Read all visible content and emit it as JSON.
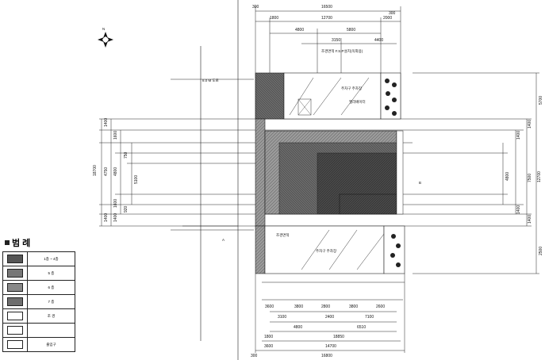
{
  "north": {
    "label": "N"
  },
  "top_dims": {
    "row1": [
      "300",
      "16500",
      "300"
    ],
    "row2": [
      "1800",
      "12700",
      "2000"
    ],
    "row3": [
      "4800",
      "5800"
    ],
    "row4": [
      "3150",
      "4400"
    ]
  },
  "bottom_dims": {
    "row1": [
      "3600",
      "3800",
      "2800",
      "3800",
      "2600"
    ],
    "row2": [
      "3100",
      "2400",
      "7100"
    ],
    "row3": [
      "4800",
      "6510"
    ],
    "row4": [
      "1800",
      "18850"
    ],
    "row5": [
      "3600",
      "14700"
    ],
    "row6": [
      "300",
      "16800"
    ]
  },
  "left_dims": {
    "outer": "18700",
    "col1": [
      "1400",
      "4750",
      "1400"
    ],
    "col2": [
      "1600",
      "4800",
      "1600",
      "1400"
    ],
    "col3": [
      "750",
      "5100",
      "920"
    ]
  },
  "right_dims": {
    "outer_top": "5700",
    "outer_bottom": "2500",
    "col1": [
      "1400",
      "4800",
      "1400"
    ],
    "col2": [
      "1400",
      "7500",
      "1400"
    ],
    "col3": [
      "12700"
    ]
  },
  "labels": {
    "road": "8.0 M 도로",
    "entrance_top": "조경면적 F.S.P설치(옥외용)",
    "parking_top": "주차구 주차장",
    "elevator": "엘리베이터",
    "parking_bottom": "주차구 주차장",
    "bottom_note": "조경면적",
    "small_a": "A",
    "small_b": "B"
  },
  "legend": {
    "title": "범 례",
    "items": [
      {
        "label": "1층 ~ 4층",
        "fill": "#555555"
      },
      {
        "label": "5 층",
        "fill": "#777777"
      },
      {
        "label": "6 층",
        "fill": "#888888"
      },
      {
        "label": "7 층",
        "fill": "#6e6e6e"
      },
      {
        "label": "조 경",
        "fill": "#ffffff"
      },
      {
        "label": "",
        "fill": "#ffffff"
      },
      {
        "label": "출입구",
        "fill": "#ffffff"
      }
    ]
  }
}
